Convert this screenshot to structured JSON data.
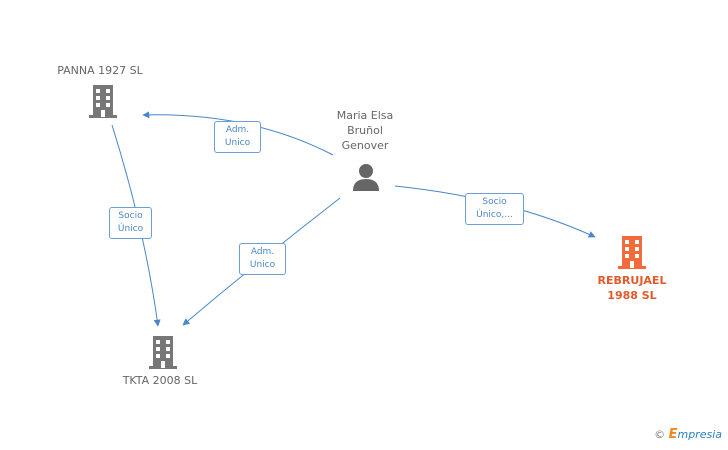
{
  "nodes": {
    "panna": {
      "name": "PANNA 1927 SL",
      "icon": "building-icon"
    },
    "person": {
      "name_lines": [
        "Maria Elsa",
        "Bruñol",
        "Genover"
      ],
      "icon": "person-icon"
    },
    "rebrujael": {
      "name_lines": [
        "REBRUJAEL",
        "1988  SL"
      ],
      "icon": "building-icon"
    },
    "tkta": {
      "name": "TKTA 2008  SL",
      "icon": "building-icon"
    }
  },
  "edges": {
    "person_panna": [
      "Adm.",
      "Unico"
    ],
    "person_rebrujael": [
      "Socio",
      "Único,..."
    ],
    "panna_tkta": [
      "Socio",
      "Único"
    ],
    "person_tkta": [
      "Adm.",
      "Unico"
    ]
  },
  "colors": {
    "edge": "#4a86c8",
    "building": "#777777",
    "highlight": "#f26b3a",
    "person": "#666666"
  },
  "watermark": {
    "copyright": "©",
    "brand_initial": "E",
    "brand_rest": "mpresia"
  }
}
